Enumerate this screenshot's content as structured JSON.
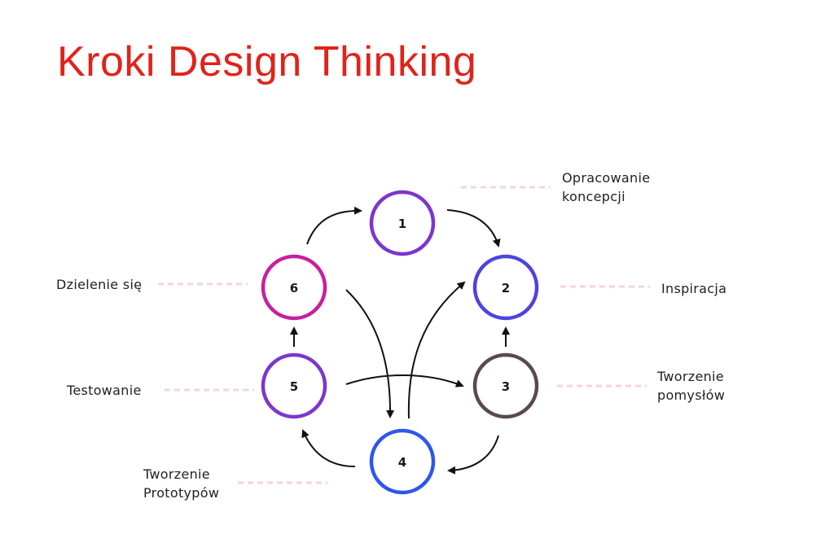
{
  "title": "Kroki Design Thinking",
  "colors": {
    "title": "#e0231b",
    "connector": "#f3d4e2",
    "arrow": "#111111"
  },
  "steps": [
    {
      "number": "1",
      "label_lines": [
        "Opracowanie",
        "koncepcji"
      ],
      "color": "#7b35d0"
    },
    {
      "number": "2",
      "label_lines": [
        "Inspiracja"
      ],
      "color": "#4f43e0"
    },
    {
      "number": "3",
      "label_lines": [
        "Tworzenie",
        "pomysłów"
      ],
      "color": "#594a4e"
    },
    {
      "number": "4",
      "label_lines": [
        "Tworzenie",
        "Prototypów"
      ],
      "color": "#2e55f0"
    },
    {
      "number": "5",
      "label_lines": [
        "Testowanie"
      ],
      "color": "#7d36cc"
    },
    {
      "number": "6",
      "label_lines": [
        "Dzielenie się"
      ],
      "color": "#c81f9e"
    }
  ]
}
